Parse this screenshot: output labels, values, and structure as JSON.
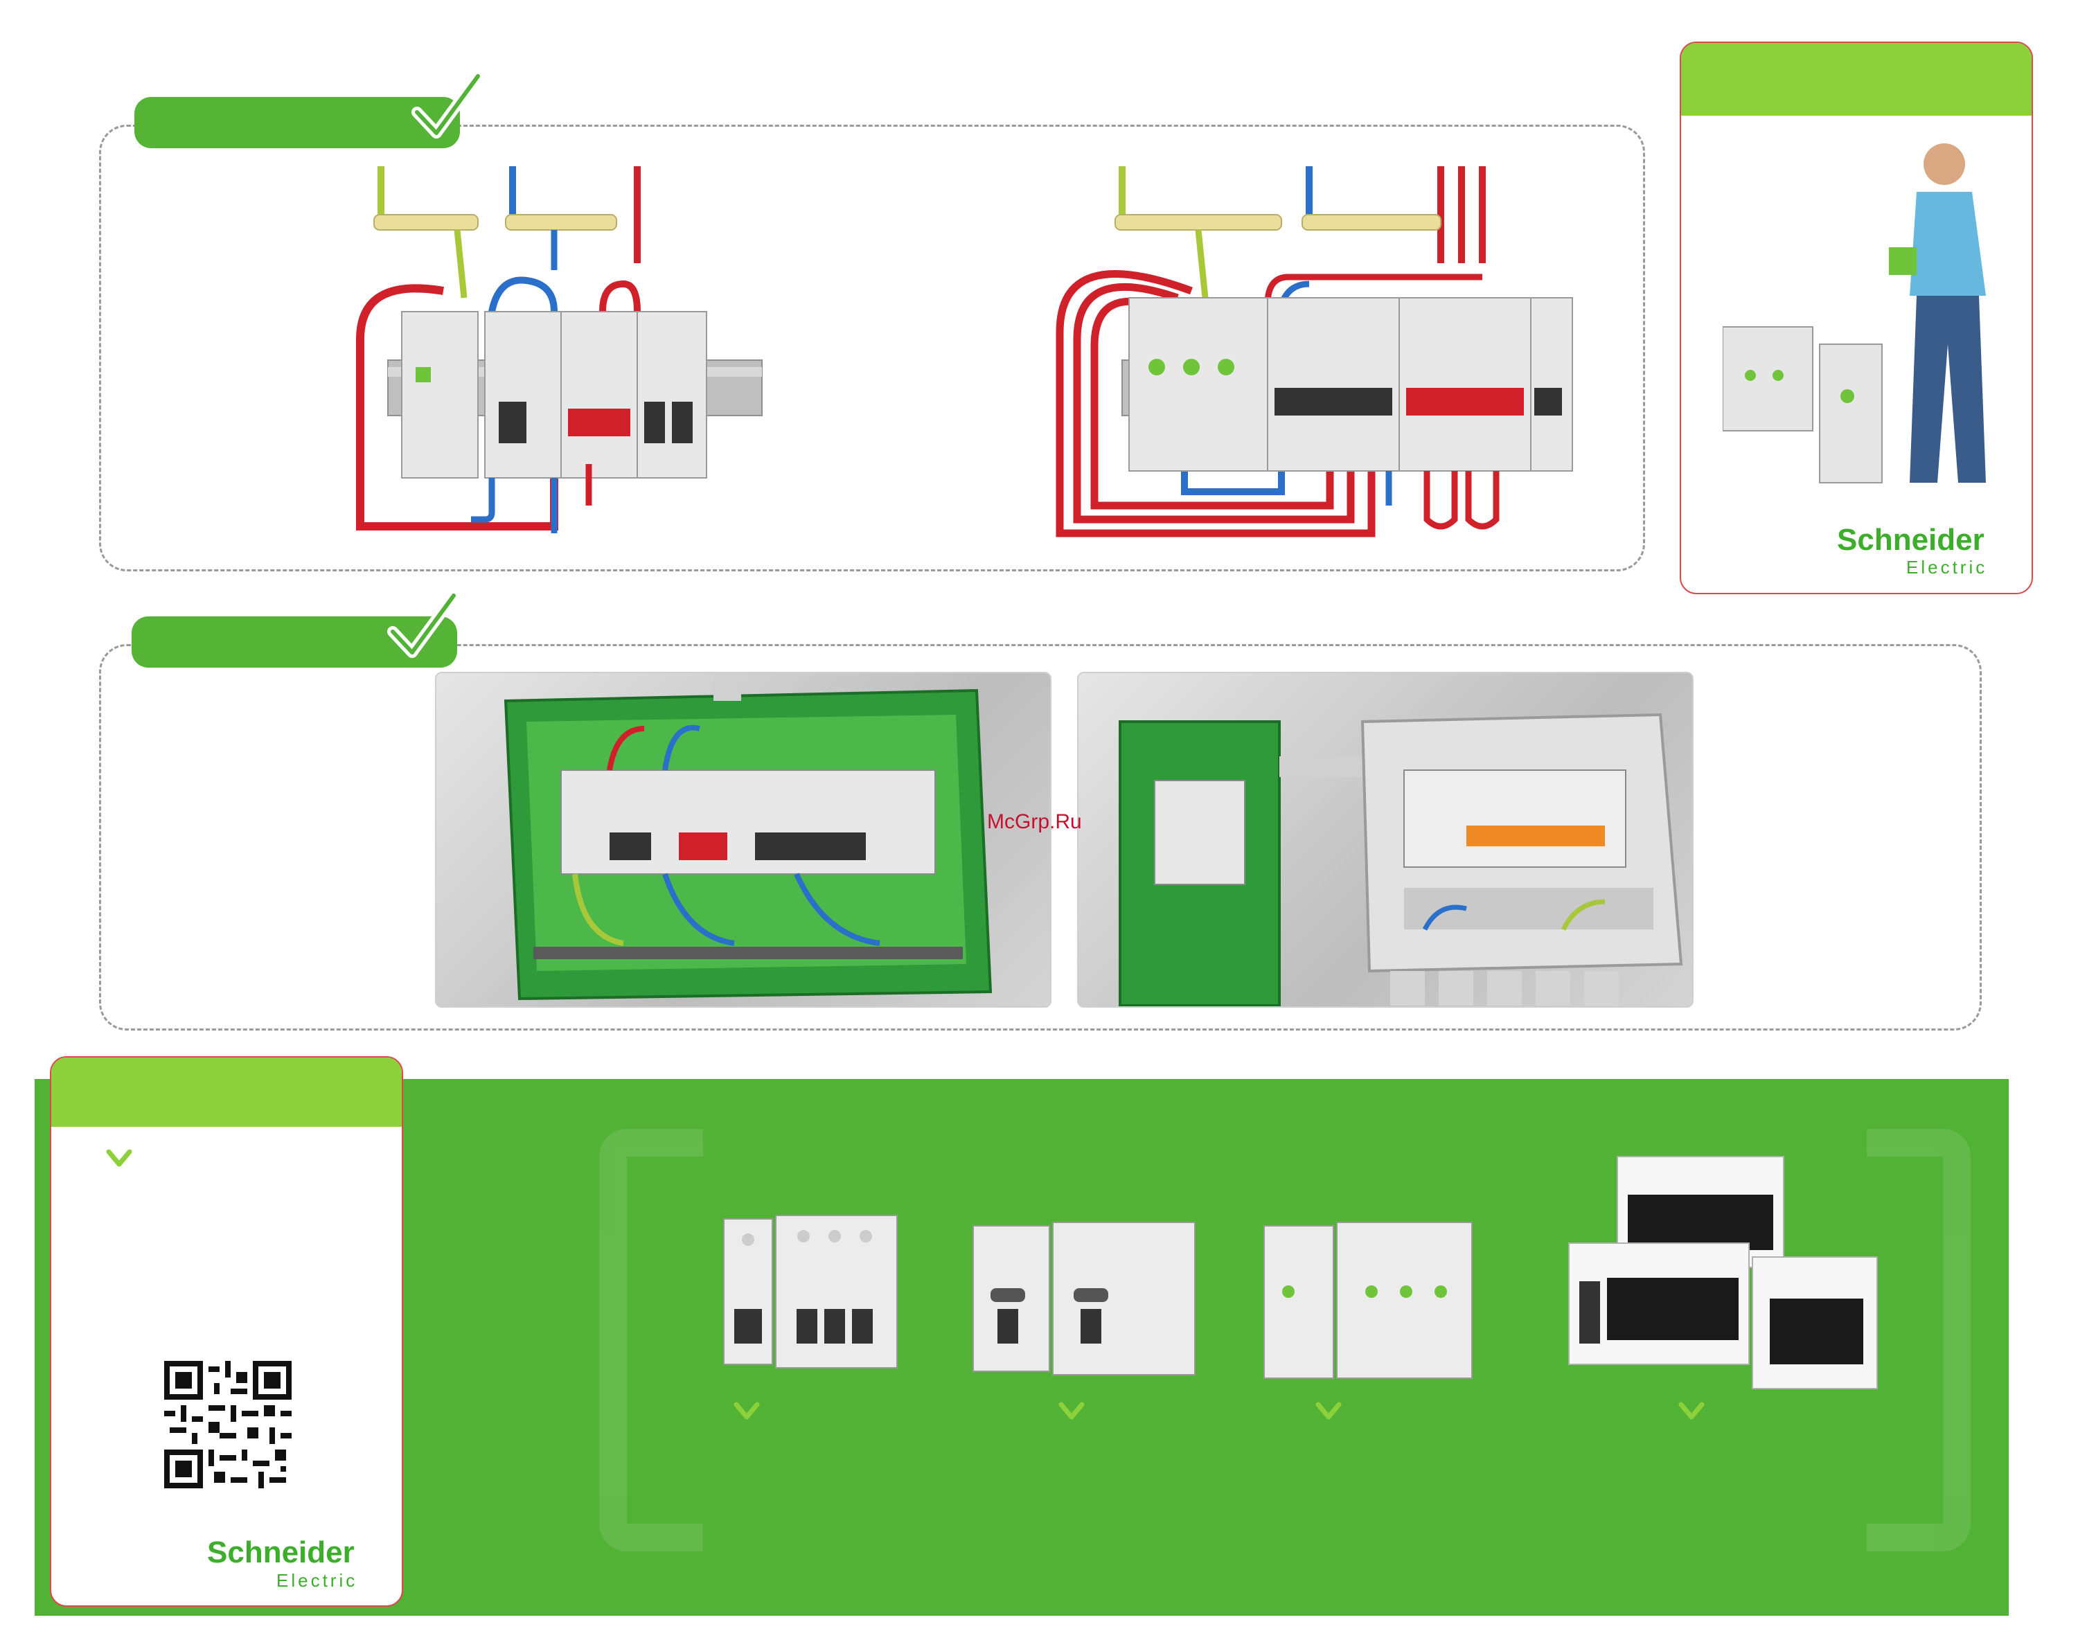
{
  "brand": {
    "logo_name": "Schneider",
    "logo_sub": "Electric"
  },
  "watermark": "McGrp.Ru",
  "colors": {
    "accent_green": "#52b235",
    "light_green": "#8cd03a",
    "wire_red": "#d0202a",
    "wire_blue": "#2a6fc9",
    "wire_earth": "#a8c83a"
  },
  "icons": {
    "section_check": "checkmark-icon",
    "list_check": "chevron-check-icon"
  },
  "sections": [
    {
      "name": "wiring-diagrams",
      "products": [
        "single-phase-distribution",
        "three-phase-distribution"
      ]
    },
    {
      "name": "enclosure-installations",
      "products": [
        "green-flush-enclosure",
        "grey-surface-enclosure"
      ]
    }
  ],
  "product_range": [
    "circuit-breakers",
    "residual-current-devices",
    "surge-arresters",
    "distribution-boxes"
  ]
}
